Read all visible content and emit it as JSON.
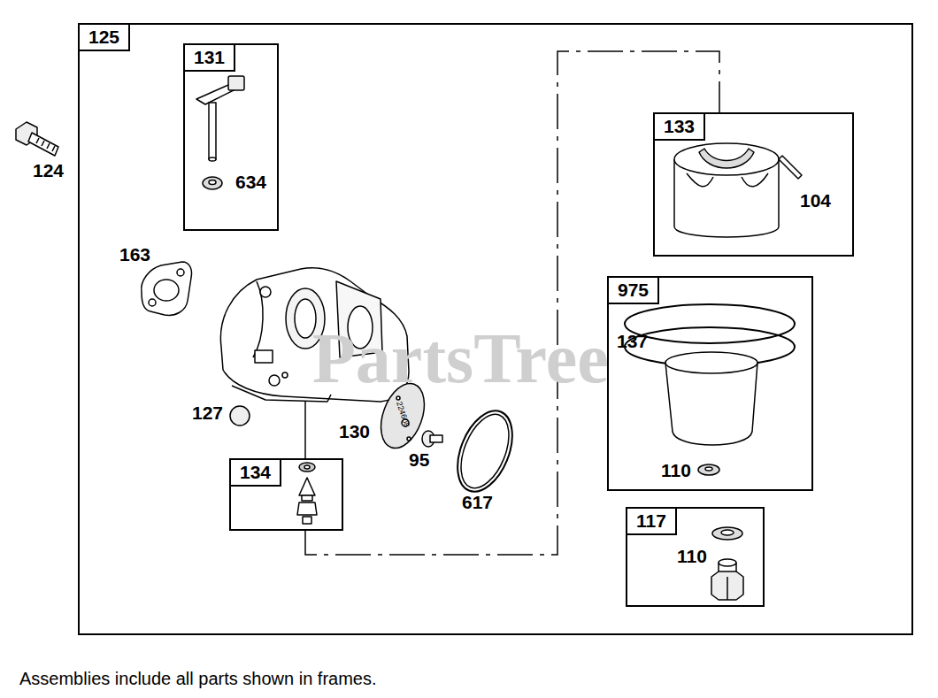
{
  "diagram": {
    "caption": "Assemblies include all parts shown in frames.",
    "nodes": [
      {
        "text": [
          "125"
        ]
      },
      {
        "text": [
          "131"
        ],
        "in": 0
      },
      {
        "text": [
          "133"
        ],
        "in": 0
      },
      {
        "text": [
          "975"
        ],
        "in": 0
      },
      {
        "text": [
          "134"
        ],
        "in": 0
      },
      {
        "text": [
          "117"
        ],
        "in": 0
      }
    ],
    "edges": [
      {
        "from": 4,
        "to": 2,
        "arrow": "none"
      }
    ],
    "labels": [
      "124",
      "634",
      "163",
      "104",
      "137",
      "127",
      "130",
      "224608",
      "95",
      "110",
      "617",
      "110",
      "PartsTree"
    ]
  }
}
